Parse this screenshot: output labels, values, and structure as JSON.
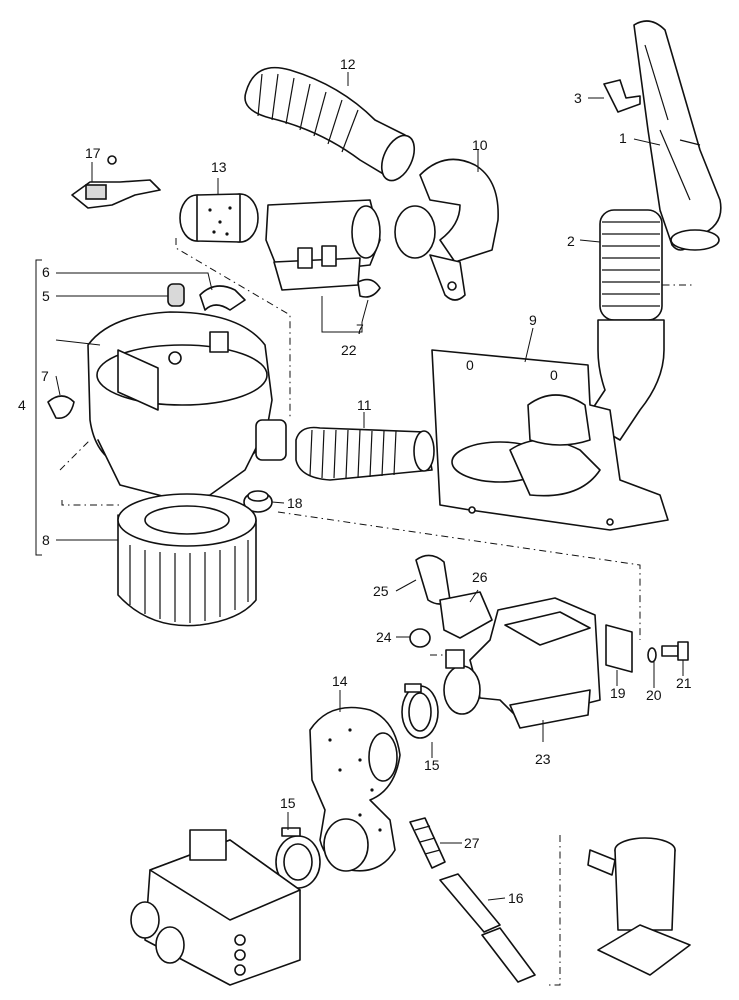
{
  "callouts": [
    {
      "id": "c1",
      "text": "1"
    },
    {
      "id": "c2",
      "text": "2"
    },
    {
      "id": "c3",
      "text": "3"
    },
    {
      "id": "c4",
      "text": "4"
    },
    {
      "id": "c5",
      "text": "5"
    },
    {
      "id": "c6",
      "text": "6"
    },
    {
      "id": "c7a",
      "text": "7"
    },
    {
      "id": "c7b",
      "text": "7"
    },
    {
      "id": "c8",
      "text": "8"
    },
    {
      "id": "c9",
      "text": "9"
    },
    {
      "id": "c10",
      "text": "10"
    },
    {
      "id": "c11",
      "text": "11"
    },
    {
      "id": "c12",
      "text": "12"
    },
    {
      "id": "c13",
      "text": "13"
    },
    {
      "id": "c14",
      "text": "14"
    },
    {
      "id": "c15a",
      "text": "15"
    },
    {
      "id": "c15b",
      "text": "15"
    },
    {
      "id": "c16",
      "text": "16"
    },
    {
      "id": "c17",
      "text": "17"
    },
    {
      "id": "c18",
      "text": "18"
    },
    {
      "id": "c19",
      "text": "19"
    },
    {
      "id": "c20",
      "text": "20"
    },
    {
      "id": "c21",
      "text": "21"
    },
    {
      "id": "c22",
      "text": "22"
    },
    {
      "id": "c23",
      "text": "23"
    },
    {
      "id": "c24",
      "text": "24"
    },
    {
      "id": "c25",
      "text": "25"
    },
    {
      "id": "c26",
      "text": "26"
    },
    {
      "id": "c27",
      "text": "27"
    }
  ],
  "plate_markings": {
    "left": "0",
    "right": "0"
  }
}
